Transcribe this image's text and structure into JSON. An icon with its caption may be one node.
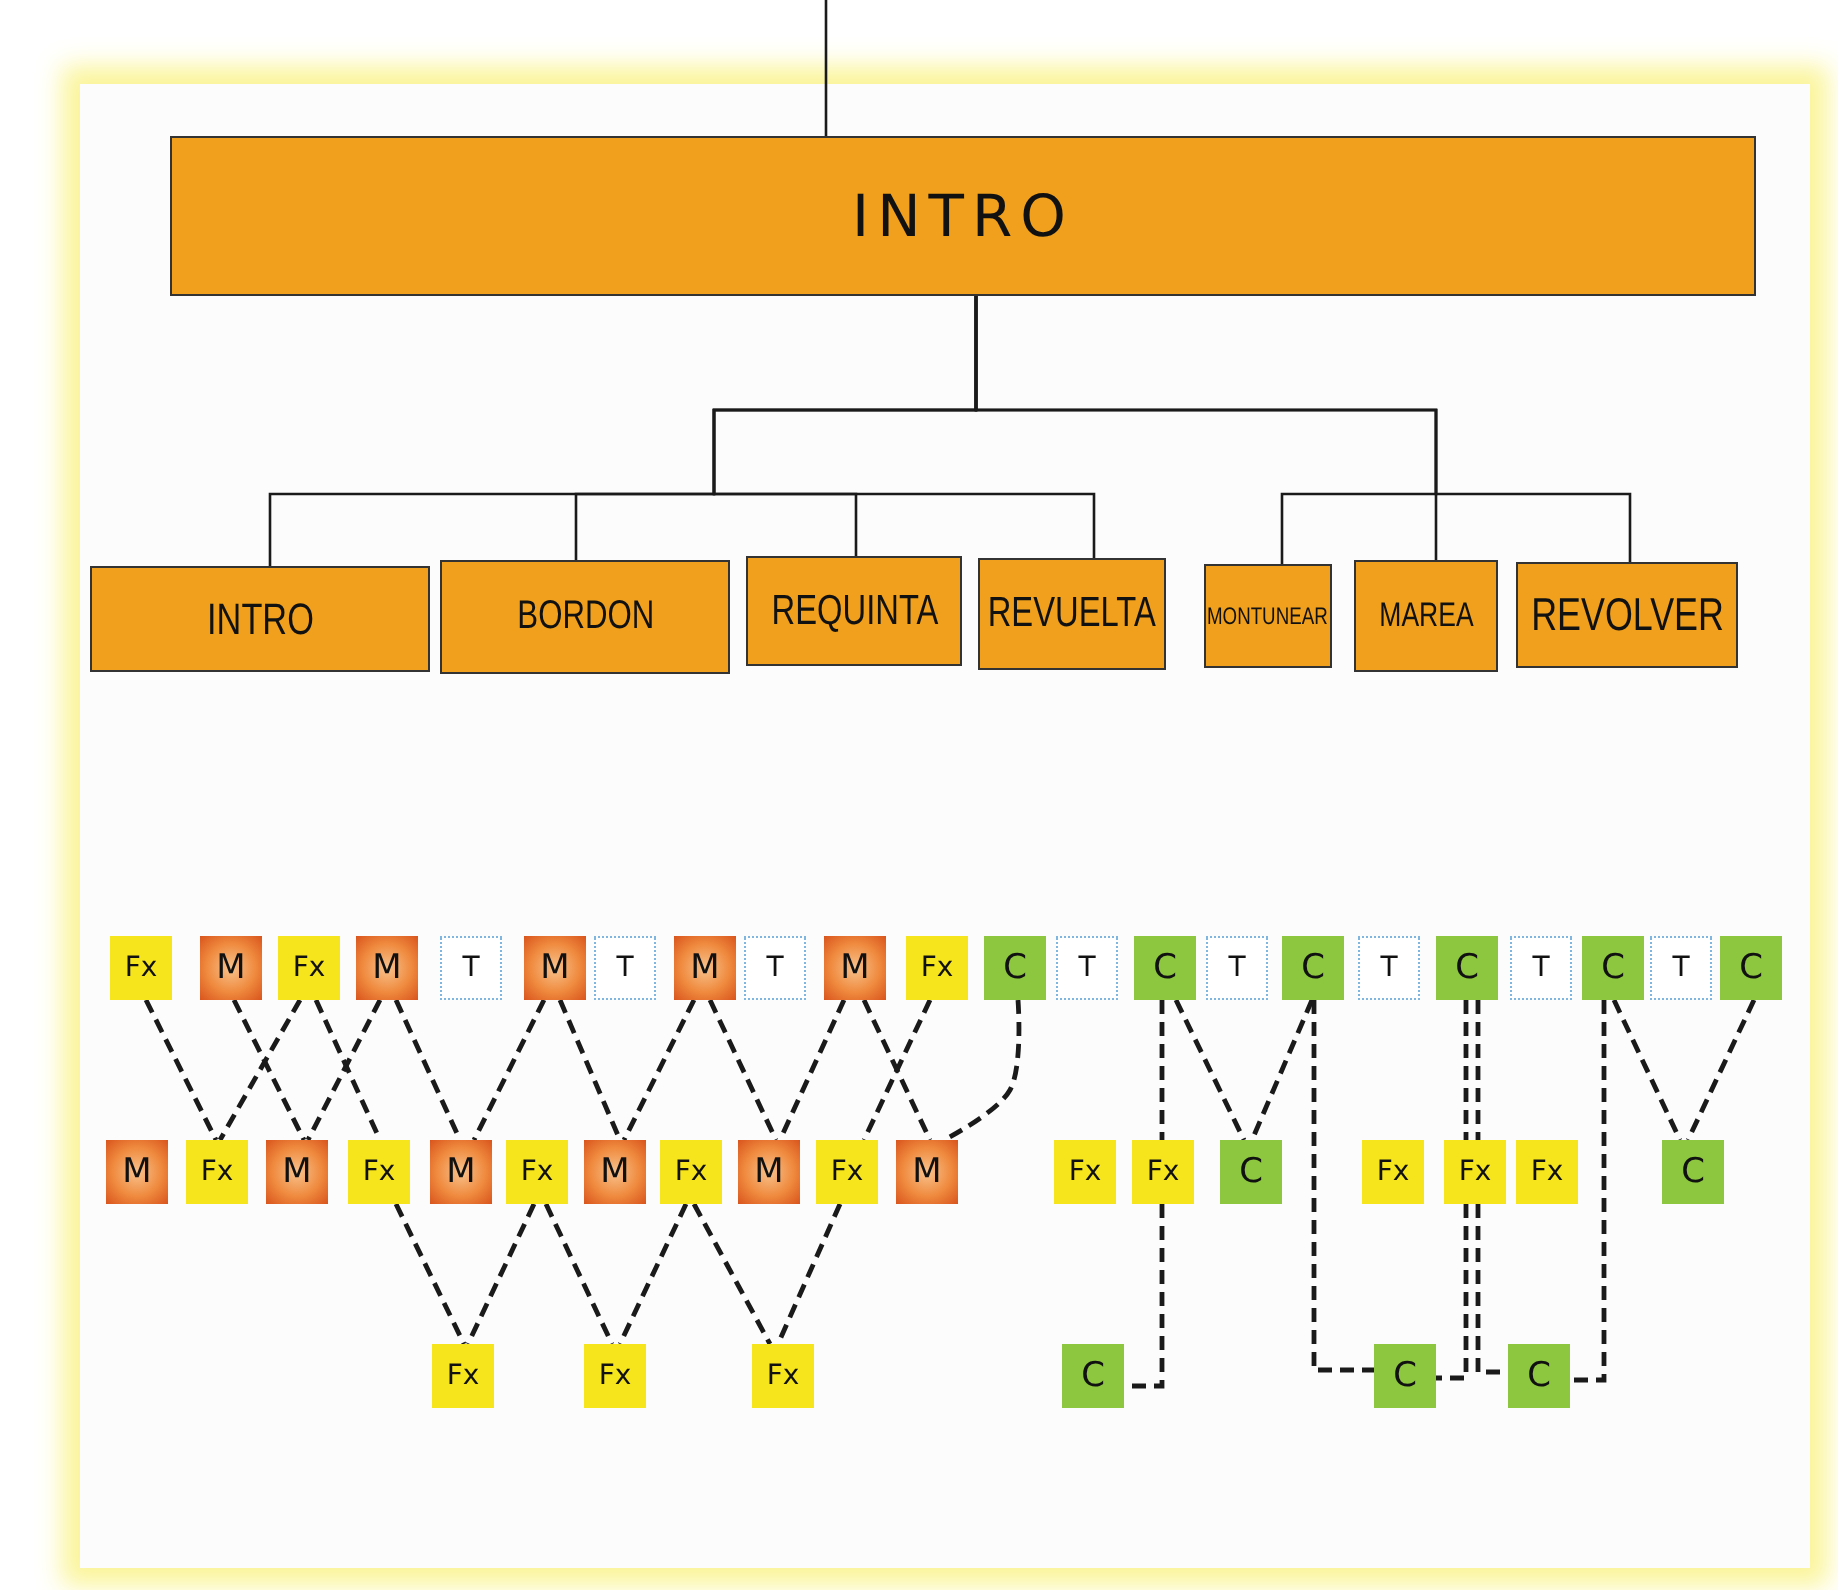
{
  "diagram": {
    "nodes": [
      {
        "text": [
          "INTRO"
        ]
      },
      {
        "text": [
          "INTRO"
        ]
      },
      {
        "text": [
          "BORDON"
        ]
      },
      {
        "text": [
          "REQUINTA"
        ]
      },
      {
        "text": [
          "REVUELTA"
        ]
      },
      {
        "text": [
          "MONTUNEAR"
        ]
      },
      {
        "text": [
          "MAREA"
        ]
      },
      {
        "text": [
          "REVOLVER"
        ]
      },
      {
        "text": [
          "Fx"
        ]
      },
      {
        "text": [
          "M"
        ]
      },
      {
        "text": [
          "Fx"
        ]
      },
      {
        "text": [
          "M"
        ]
      },
      {
        "text": [
          "T"
        ]
      },
      {
        "text": [
          "M"
        ]
      },
      {
        "text": [
          "T"
        ]
      },
      {
        "text": [
          "M"
        ]
      },
      {
        "text": [
          "T"
        ]
      },
      {
        "text": [
          "M"
        ]
      },
      {
        "text": [
          "Fx"
        ]
      },
      {
        "text": [
          "C"
        ]
      },
      {
        "text": [
          "T"
        ]
      },
      {
        "text": [
          "C"
        ]
      },
      {
        "text": [
          "T"
        ]
      },
      {
        "text": [
          "C"
        ]
      },
      {
        "text": [
          "T"
        ]
      },
      {
        "text": [
          "C"
        ]
      },
      {
        "text": [
          "T"
        ]
      },
      {
        "text": [
          "C"
        ]
      },
      {
        "text": [
          "T"
        ]
      },
      {
        "text": [
          "C"
        ]
      },
      {
        "text": [
          "M"
        ]
      },
      {
        "text": [
          "Fx"
        ]
      },
      {
        "text": [
          "M"
        ]
      },
      {
        "text": [
          "Fx"
        ]
      },
      {
        "text": [
          "M"
        ]
      },
      {
        "text": [
          "Fx"
        ]
      },
      {
        "text": [
          "M"
        ]
      },
      {
        "text": [
          "Fx"
        ]
      },
      {
        "text": [
          "M"
        ]
      },
      {
        "text": [
          "Fx"
        ]
      },
      {
        "text": [
          "M"
        ]
      },
      {
        "text": [
          "Fx"
        ]
      },
      {
        "text": [
          "Fx"
        ]
      },
      {
        "text": [
          "C"
        ]
      },
      {
        "text": [
          "Fx"
        ]
      },
      {
        "text": [
          "Fx"
        ]
      },
      {
        "text": [
          "Fx"
        ]
      },
      {
        "text": [
          "C"
        ]
      },
      {
        "text": [
          "Fx"
        ]
      },
      {
        "text": [
          "Fx"
        ]
      },
      {
        "text": [
          "Fx"
        ]
      },
      {
        "text": [
          "C"
        ]
      },
      {
        "text": [
          "C"
        ]
      },
      {
        "text": [
          "C"
        ]
      }
    ],
    "edges": [
      {
        "from": null,
        "to": 0,
        "arrow": "none"
      },
      {
        "from": 0,
        "to": 1,
        "arrow": "none"
      },
      {
        "from": 0,
        "to": 2,
        "arrow": "none"
      },
      {
        "from": 0,
        "to": 3,
        "arrow": "none"
      },
      {
        "from": 0,
        "to": 4,
        "arrow": "none"
      },
      {
        "from": 0,
        "to": 5,
        "arrow": "none"
      },
      {
        "from": 0,
        "to": 6,
        "arrow": "none"
      },
      {
        "from": 0,
        "to": 7,
        "arrow": "none"
      },
      {
        "from": 8,
        "to": 31,
        "arrow": "none",
        "style": "dashed"
      },
      {
        "from": 9,
        "to": 32,
        "arrow": "none",
        "style": "dashed"
      },
      {
        "from": 10,
        "to": 31,
        "arrow": "none",
        "style": "dashed"
      },
      {
        "from": 10,
        "to": 33,
        "arrow": "none",
        "style": "dashed"
      },
      {
        "from": 11,
        "to": 32,
        "arrow": "none",
        "style": "dashed"
      },
      {
        "from": 11,
        "to": 34,
        "arrow": "none",
        "style": "dashed"
      },
      {
        "from": 13,
        "to": 34,
        "arrow": "none",
        "style": "dashed"
      },
      {
        "from": 13,
        "to": 36,
        "arrow": "none",
        "style": "dashed"
      },
      {
        "from": 15,
        "to": 36,
        "arrow": "none",
        "style": "dashed"
      },
      {
        "from": 15,
        "to": 38,
        "arrow": "none",
        "style": "dashed"
      },
      {
        "from": 17,
        "to": 38,
        "arrow": "none",
        "style": "dashed"
      },
      {
        "from": 17,
        "to": 40,
        "arrow": "none",
        "style": "dashed"
      },
      {
        "from": 18,
        "to": 39,
        "arrow": "none",
        "style": "dashed"
      },
      {
        "from": 19,
        "to": 40,
        "arrow": "none",
        "style": "dashed"
      },
      {
        "from": 33,
        "to": 48,
        "arrow": "none",
        "style": "dashed"
      },
      {
        "from": 35,
        "to": 48,
        "arrow": "none",
        "style": "dashed"
      },
      {
        "from": 35,
        "to": 49,
        "arrow": "none",
        "style": "dashed"
      },
      {
        "from": 37,
        "to": 49,
        "arrow": "none",
        "style": "dashed"
      },
      {
        "from": 37,
        "to": 50,
        "arrow": "none",
        "style": "dashed"
      },
      {
        "from": 39,
        "to": 50,
        "arrow": "none",
        "style": "dashed"
      },
      {
        "from": 21,
        "to": 42,
        "arrow": "none",
        "style": "dashed"
      },
      {
        "from": 42,
        "to": 51,
        "arrow": "none",
        "style": "dashed"
      },
      {
        "from": 21,
        "to": 43,
        "arrow": "none",
        "style": "dashed"
      },
      {
        "from": 23,
        "to": 43,
        "arrow": "none",
        "style": "dashed"
      },
      {
        "from": 23,
        "to": 52,
        "arrow": "none",
        "style": "dashed"
      },
      {
        "from": 25,
        "to": 45,
        "arrow": "none",
        "style": "dashed"
      },
      {
        "from": 25,
        "to": 45,
        "arrow": "none",
        "style": "dashed"
      },
      {
        "from": 45,
        "to": 52,
        "arrow": "none",
        "style": "dashed"
      },
      {
        "from": 45,
        "to": 53,
        "arrow": "none",
        "style": "dashed"
      },
      {
        "from": 27,
        "to": 53,
        "arrow": "none",
        "style": "dashed"
      },
      {
        "from": 27,
        "to": 47,
        "arrow": "none",
        "style": "dashed"
      },
      {
        "from": 29,
        "to": 47,
        "arrow": "none",
        "style": "dashed"
      }
    ]
  }
}
